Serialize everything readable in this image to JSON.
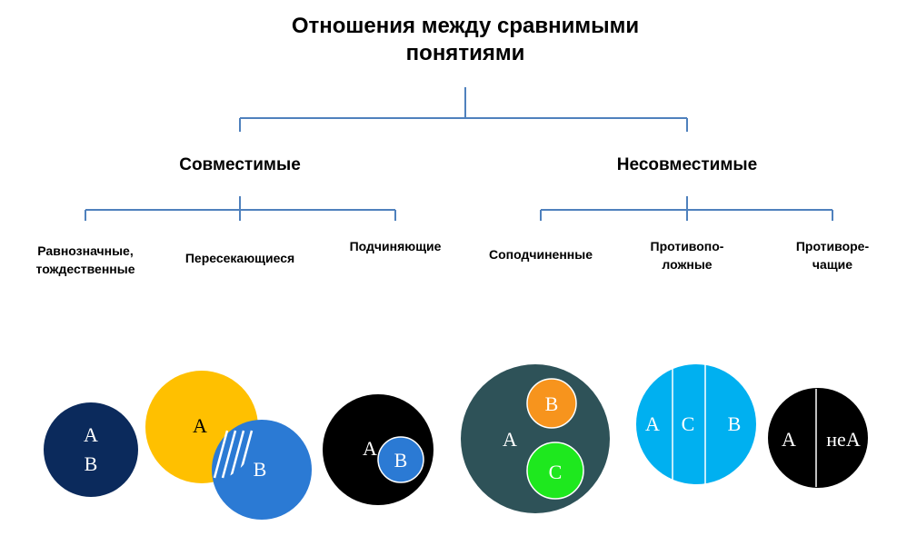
{
  "title": {
    "line1": "Отношения между сравнимыми",
    "line2": "понятиями"
  },
  "groups": {
    "compatible": "Совместимые",
    "incompatible": "Несовместимые"
  },
  "relations": {
    "equivalent": {
      "line1": "Равнозначные,",
      "line2": "тождественные"
    },
    "intersecting": {
      "line1": "Пересекающиеся"
    },
    "subordinating": {
      "line1": "Подчиняющие"
    },
    "cosubordinate": {
      "line1": "Соподчиненные"
    },
    "opposite": {
      "line1": "Противопо-",
      "line2": "ложные"
    },
    "contradictory": {
      "line1": "Противоре-",
      "line2": "чащие"
    }
  },
  "circles": {
    "equivalent": {
      "a": "А",
      "b": "В"
    },
    "intersecting": {
      "a": "А",
      "b": "В"
    },
    "subordinating": {
      "a": "А",
      "b": "В"
    },
    "cosubordinate": {
      "a": "А",
      "b": "В",
      "c": "С"
    },
    "opposite": {
      "a": "А",
      "c": "С",
      "b": "В"
    },
    "contradictory": {
      "a": "А",
      "not_a": "неА"
    }
  },
  "colors": {
    "connector": "#4f81bd",
    "navy": "#0b2a5c",
    "amber": "#ffc000",
    "blue": "#2b7ad4",
    "black": "#000000",
    "slate": "#2e5258",
    "orange": "#f7941d",
    "green": "#1ee81e",
    "sky": "#00b0f0"
  }
}
